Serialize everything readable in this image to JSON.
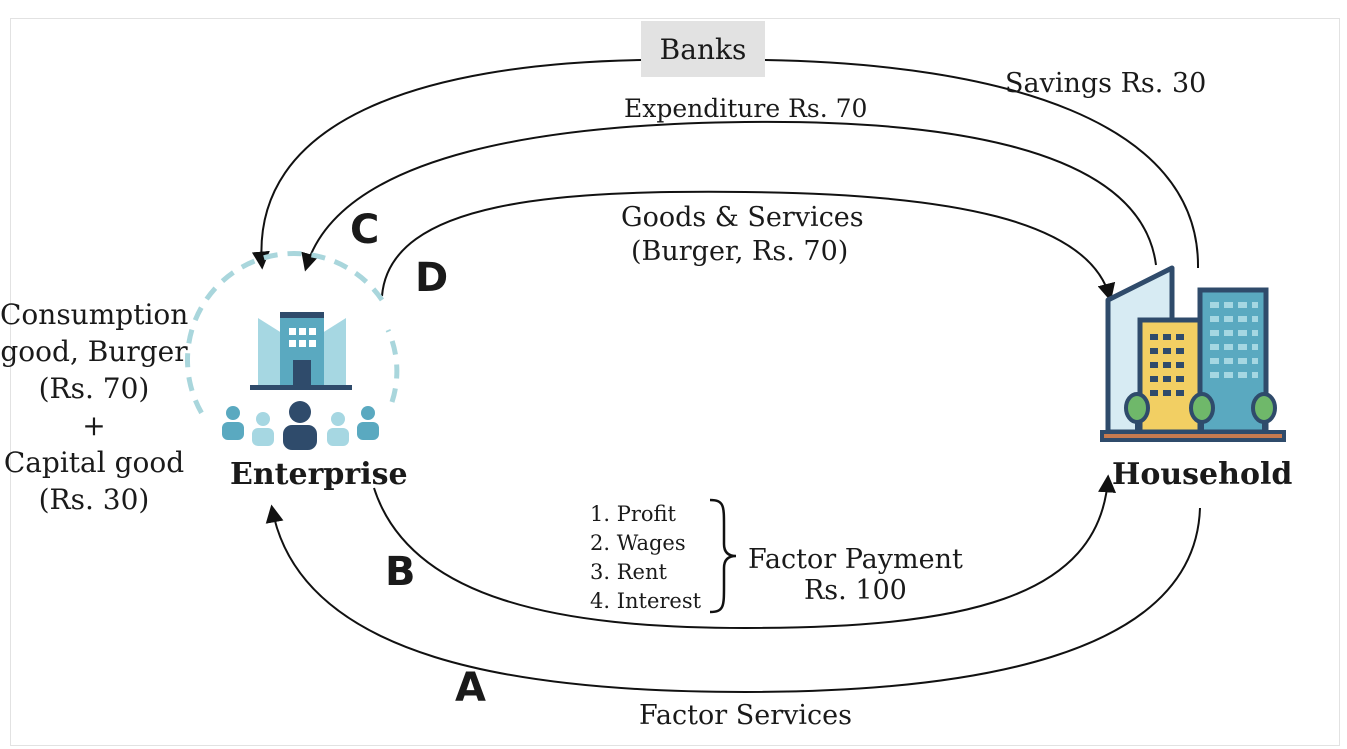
{
  "nodes": {
    "banks": "Banks",
    "enterprise": "Enterprise",
    "household": "Household"
  },
  "flow_labels": {
    "savings": "Savings Rs. 30",
    "expenditure": "Expenditure Rs. 70",
    "goods_services_line1": "Goods & Services",
    "goods_services_line2": "(Burger, Rs. 70)",
    "factor_payment_line1": "Factor Payment",
    "factor_payment_line2": "Rs. 100",
    "factor_services": "Factor Services"
  },
  "factor_payment_items": [
    "1. Profit",
    "2. Wages",
    "3. Rent",
    "4. Interest"
  ],
  "letters": {
    "a": "A",
    "b": "B",
    "c": "C",
    "d": "D"
  },
  "enterprise_note": {
    "line1": "Consumption",
    "line2": "good, Burger",
    "line3": "(Rs. 70)",
    "plus": "+",
    "line4": "Capital good",
    "line5": "(Rs. 30)"
  },
  "colors": {
    "arrow": "#111111",
    "dashed_ring": "#a9d6dc",
    "building_dark": "#2f4b6b",
    "building_teal": "#5aa9c0",
    "building_light": "#a6d7e2",
    "building_yellow": "#f2cf63",
    "tree_green": "#6fb86a",
    "ground": "#c77a4f"
  }
}
